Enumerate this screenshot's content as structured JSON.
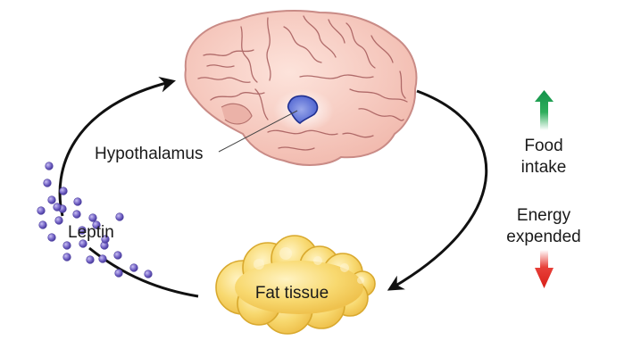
{
  "diagram": {
    "type": "feedback-loop",
    "nodes": {
      "brain": {
        "label": "",
        "region": {
          "label": "Hypothalamus"
        }
      },
      "fat": {
        "label": "Fat tissue"
      },
      "signal": {
        "label": "Leptin",
        "particle_count": 27
      }
    },
    "effects": [
      {
        "label_lines": [
          "Food",
          "intake"
        ],
        "direction": "up",
        "color": "#1a9b4b"
      },
      {
        "label_lines": [
          "Energy",
          "expended"
        ],
        "direction": "down",
        "color": "#e0251f"
      }
    ],
    "edges": [
      {
        "from": "fat",
        "to": "brain",
        "via": "Leptin"
      },
      {
        "from": "brain",
        "to": "fat"
      }
    ],
    "colors": {
      "brain_fill": "#f6cfc4",
      "brain_outline": "#c98b86",
      "brain_fold": "#9a4e4e",
      "hypothalamus_fill": "#5a6fd6",
      "hypothalamus_outline": "#1f2f8f",
      "fat_fill": "#f7d66a",
      "fat_outline": "#d9a92e",
      "leptin_fill": "#7b6cc7",
      "arrow": "#111111"
    }
  }
}
